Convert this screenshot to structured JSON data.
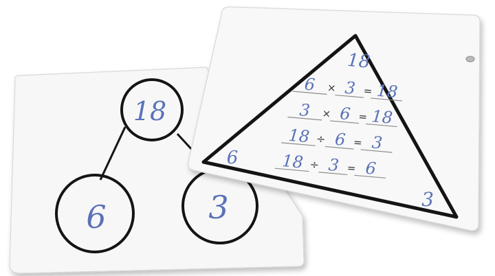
{
  "colors": {
    "background": "#ffffff",
    "board": "#f7f7f7",
    "board_edge": "#d8d8d8",
    "ink_black": "#141414",
    "ink_blue": "#5a72b8",
    "writing_line": "#8c8c8c"
  },
  "number_bond_board": {
    "whole": "18",
    "part_left": "6",
    "part_right": "3"
  },
  "fact_family_board": {
    "top": "18",
    "left": "6",
    "right": "3",
    "facts": [
      {
        "a": "6",
        "op": "×",
        "b": "3",
        "eq": "=",
        "result": "18"
      },
      {
        "a": "3",
        "op": "×",
        "b": "6",
        "eq": "=",
        "result": "18"
      },
      {
        "a": "18",
        "op": "÷",
        "b": "6",
        "eq": "=",
        "result": "3"
      },
      {
        "a": "18",
        "op": "÷",
        "b": "3",
        "eq": "=",
        "result": "6"
      }
    ]
  }
}
